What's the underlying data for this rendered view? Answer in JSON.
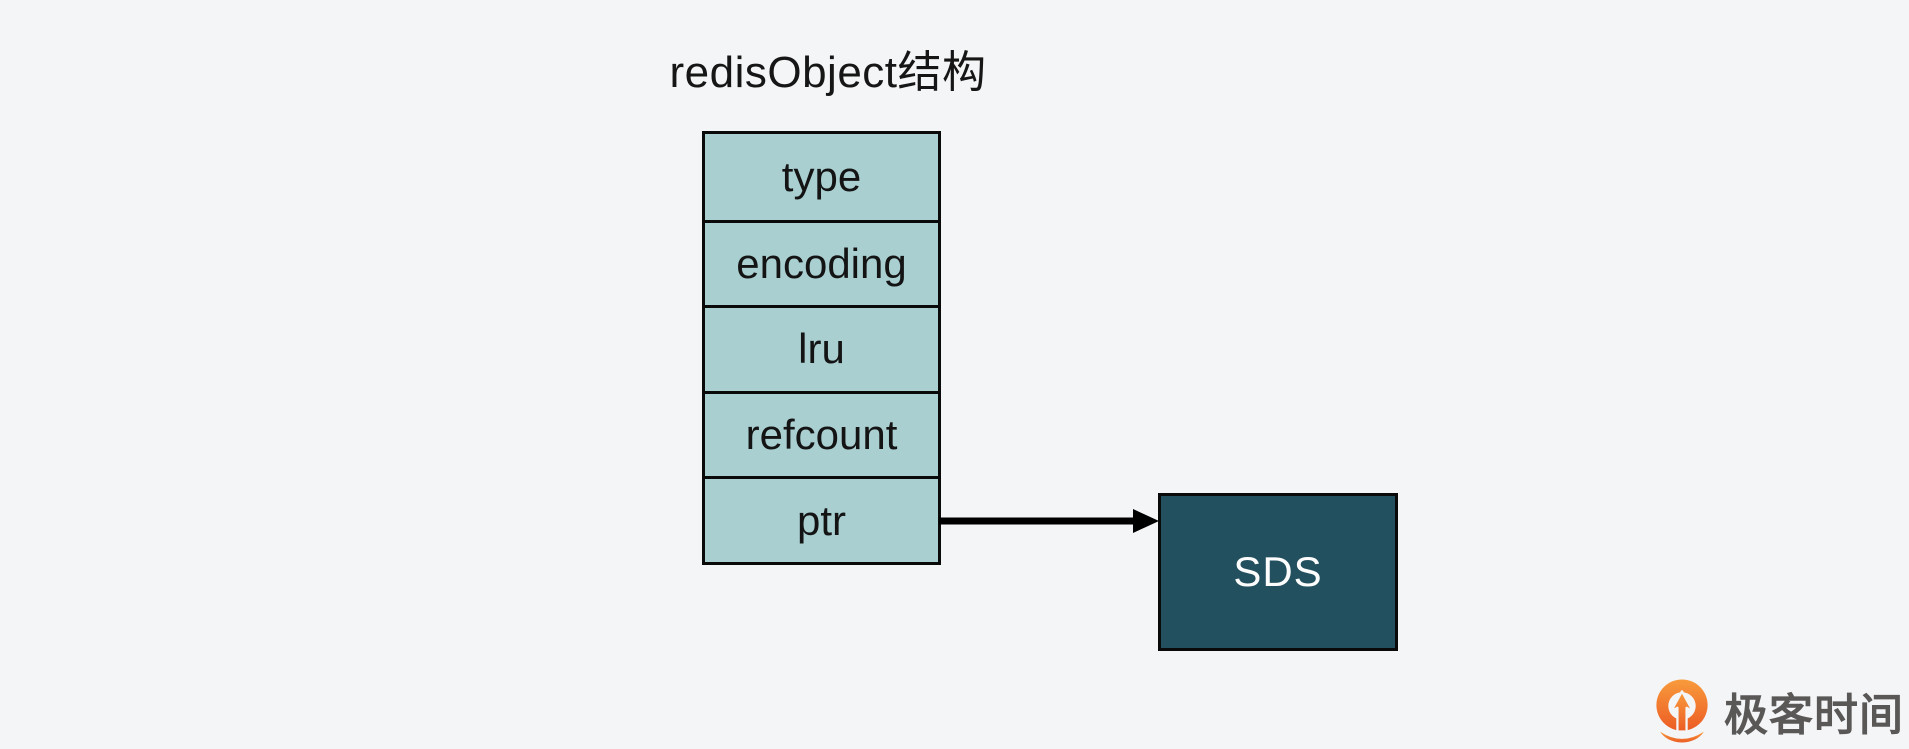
{
  "title": "redisObject结构",
  "struct": {
    "name": "redisObject",
    "fields": [
      "type",
      "encoding",
      "lru",
      "refcount",
      "ptr"
    ]
  },
  "sds": {
    "label": "SDS"
  },
  "arrow": {
    "from": "ptr",
    "to": "SDS"
  },
  "logo": {
    "text": "极客时间"
  },
  "colors": {
    "background": "#f4f5f7",
    "cell_fill": "#a9cfd1",
    "sds_fill": "#23505e",
    "outline": "#0a0a0a",
    "arrow": "#000000",
    "title_text": "#161616",
    "sds_text": "#fdfdfd",
    "logo_orange": "#ee6a23",
    "logo_text_gray": "#5a5757"
  }
}
